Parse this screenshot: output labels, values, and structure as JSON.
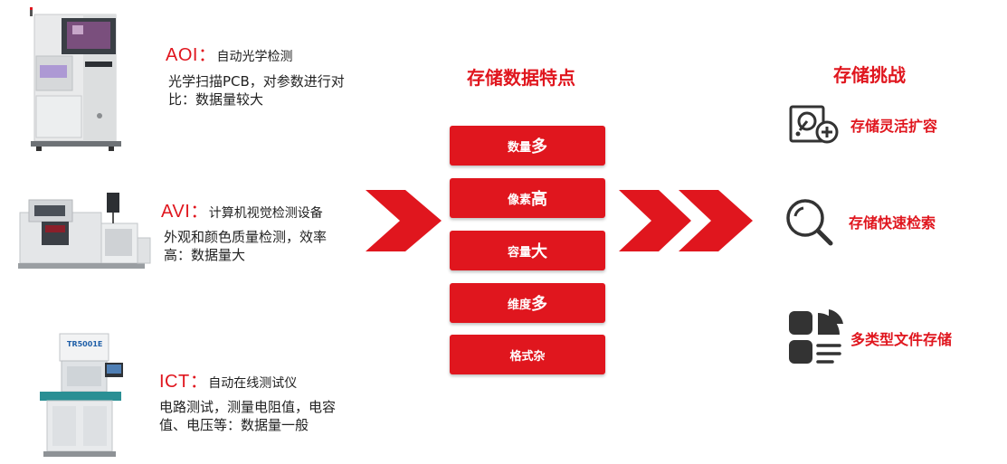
{
  "equipment": [
    {
      "code": "AOI",
      "sep": "：",
      "name": "自动光学检测",
      "desc": "光学扫描PCB，对参数进行对比：数据量较大",
      "icon": "aoi-machine-icon"
    },
    {
      "code": "AVI",
      "sep": "：",
      "name": "计算机视觉检测设备",
      "desc": "外观和颜色质量检测，效率高：数据量大",
      "icon": "avi-machine-icon"
    },
    {
      "code": "ICT",
      "sep": "：",
      "name": "自动在线测试仪",
      "desc": "电路测试，测量电阻值，电容值、电压等：数据量一般",
      "icon": "ict-machine-icon",
      "machine_label": "TR5001E"
    }
  ],
  "features": {
    "title": "存储数据特点",
    "items": [
      {
        "prefix": "数量",
        "emph": "多"
      },
      {
        "prefix": "像素",
        "emph": "高"
      },
      {
        "prefix": "容量",
        "emph": "大"
      },
      {
        "prefix": "维度",
        "emph": "多"
      },
      {
        "prefix": "格式杂",
        "emph": ""
      }
    ]
  },
  "challenges": {
    "title": "存储挑战",
    "items": [
      {
        "label": "存储灵活扩容",
        "icon": "disk-expand-icon"
      },
      {
        "label": "存储快速检索",
        "icon": "search-icon"
      },
      {
        "label": "多类型文件存储",
        "icon": "file-types-icon"
      }
    ]
  },
  "colors": {
    "accent": "#e0161e",
    "text": "#222222"
  }
}
